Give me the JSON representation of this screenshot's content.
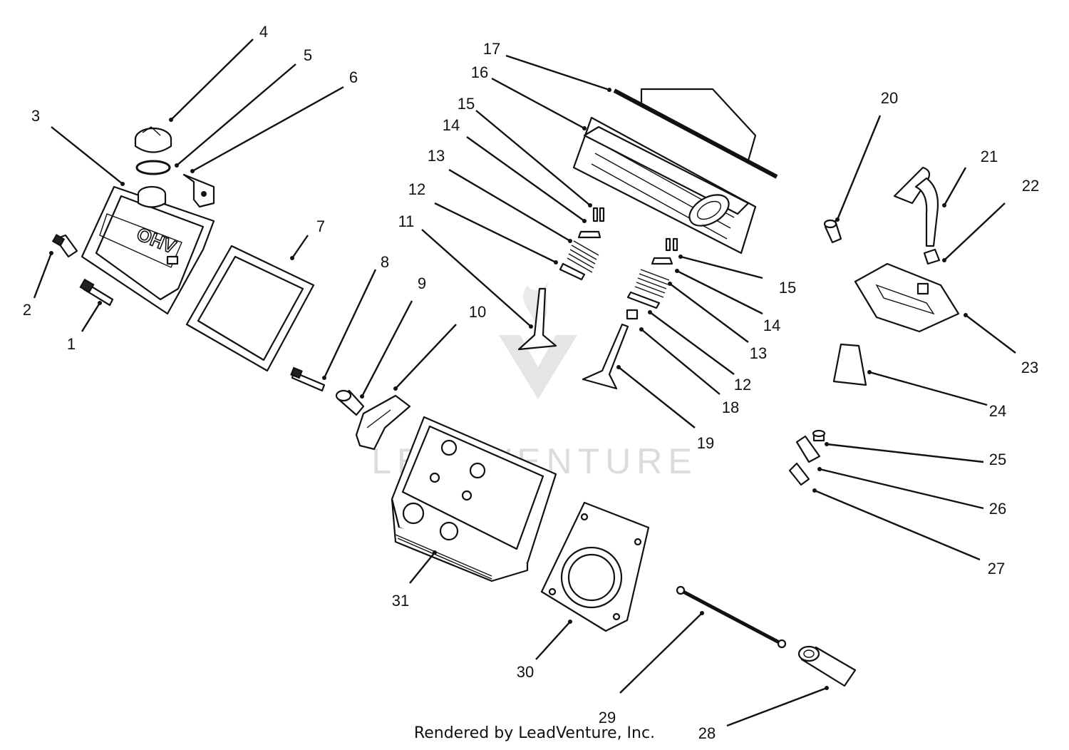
{
  "credit": "Rendered by LeadVenture, Inc.",
  "watermark": "LEADVENTURE",
  "colors": {
    "ink": "#111111",
    "watermark": "#d9d9d9",
    "background": "#ffffff"
  },
  "callouts": [
    "1",
    "2",
    "3",
    "4",
    "5",
    "6",
    "7",
    "8",
    "9",
    "10",
    "11",
    "12",
    "13",
    "14",
    "15",
    "16",
    "17",
    "18",
    "19",
    "20",
    "21",
    "22",
    "23",
    "24",
    "25",
    "26",
    "27",
    "28",
    "29",
    "30",
    "31"
  ],
  "extra_callouts": {
    "c12b": "12",
    "c13b": "13",
    "c14b": "14",
    "c15b": "15"
  },
  "cover_lettering": "OHV"
}
